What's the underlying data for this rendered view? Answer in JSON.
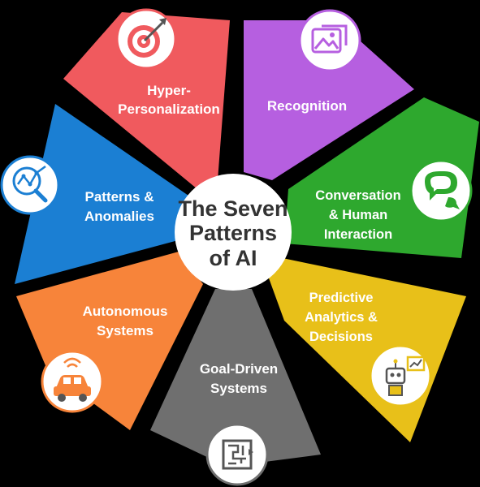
{
  "center": {
    "lines": [
      "The Seven",
      "Patterns",
      "of AI"
    ]
  },
  "segments": [
    {
      "id": "hyper-personalization",
      "lines": [
        "Hyper-",
        "Personalization"
      ],
      "color": "#f05a5e",
      "icon": "target-icon"
    },
    {
      "id": "recognition",
      "lines": [
        "Recognition"
      ],
      "color": "#b65fe0",
      "icon": "image-gallery-icon"
    },
    {
      "id": "conversation",
      "lines": [
        "Conversation",
        "& Human",
        "Interaction"
      ],
      "color": "#2ea82e",
      "icon": "chat-bubbles-icon"
    },
    {
      "id": "predictive",
      "lines": [
        "Predictive",
        "Analytics &",
        "Decisions"
      ],
      "color": "#e8c019",
      "icon": "robot-chart-icon"
    },
    {
      "id": "goal-driven",
      "lines": [
        "Goal-Driven",
        "Systems"
      ],
      "color": "#6f6f6f",
      "icon": "maze-icon"
    },
    {
      "id": "autonomous",
      "lines": [
        "Autonomous",
        "Systems"
      ],
      "color": "#f7843a",
      "icon": "autonomous-car-icon"
    },
    {
      "id": "patterns",
      "lines": [
        "Patterns &",
        "Anomalies"
      ],
      "color": "#1b7fd3",
      "icon": "magnifier-graph-icon"
    }
  ]
}
